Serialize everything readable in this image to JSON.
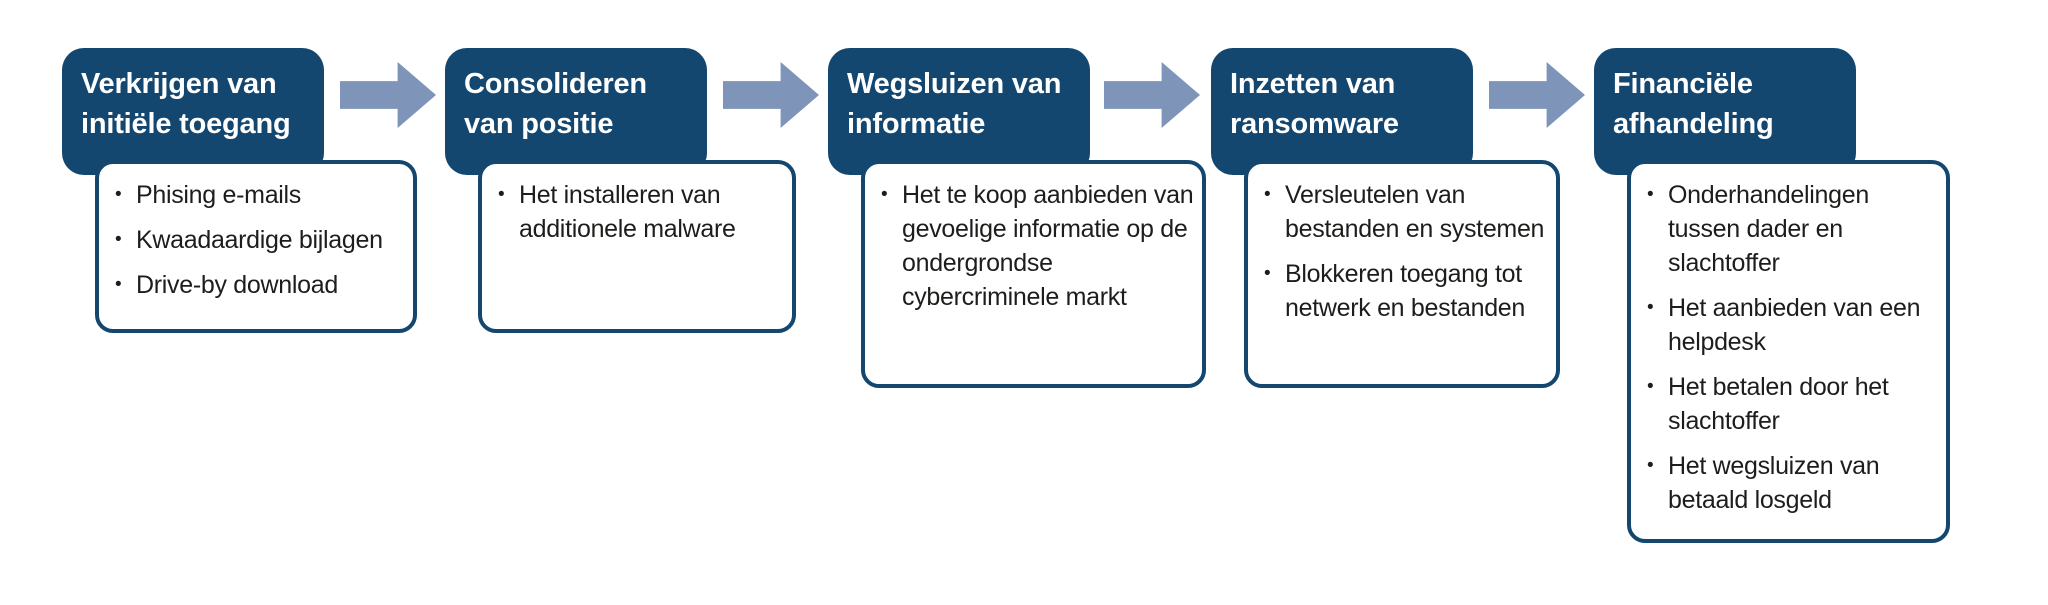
{
  "diagram": {
    "type": "process-flow",
    "language": "nl",
    "bullet_char": "•",
    "colors": {
      "header_background": "#14476f",
      "header_text": "#ffffff",
      "arrow": "#7e94b8",
      "box_border": "#14476f",
      "box_background": "#ffffff",
      "body_text": "#1d1d1b",
      "page_background": "#ffffff"
    },
    "stages": [
      {
        "title": "Verkrijgen van initiële toegang",
        "title_lines": [
          "Verkrijgen van",
          "initiële toegang"
        ],
        "bullets": [
          "Phising e-mails",
          "Kwaadaardige bijlagen",
          "Drive-by download"
        ]
      },
      {
        "title": "Consolideren van positie",
        "title_lines": [
          "Consolideren",
          "van positie"
        ],
        "bullets": [
          "Het installeren van additionele malware"
        ]
      },
      {
        "title": "Wegsluizen van informatie",
        "title_lines": [
          "Wegsluizen van",
          "informatie"
        ],
        "bullets": [
          "Het te koop aanbieden van gevoelige informatie op de ondergrondse cybercriminele markt"
        ]
      },
      {
        "title": "Inzetten van ransomware",
        "title_lines": [
          "Inzetten van",
          "ransomware"
        ],
        "bullets": [
          "Versleutelen van bestanden en systemen",
          "Blokkeren toegang tot netwerk en bestanden"
        ]
      },
      {
        "title": "Financiële afhandeling",
        "title_lines": [
          "Financiële",
          "afhandeling"
        ],
        "bullets": [
          "Onderhandelingen tussen dader en slachtoffer",
          "Het aanbieden van een helpdesk",
          "Het betalen door het slachtoffer",
          "Het wegsluizen van betaald losgeld"
        ]
      }
    ]
  }
}
